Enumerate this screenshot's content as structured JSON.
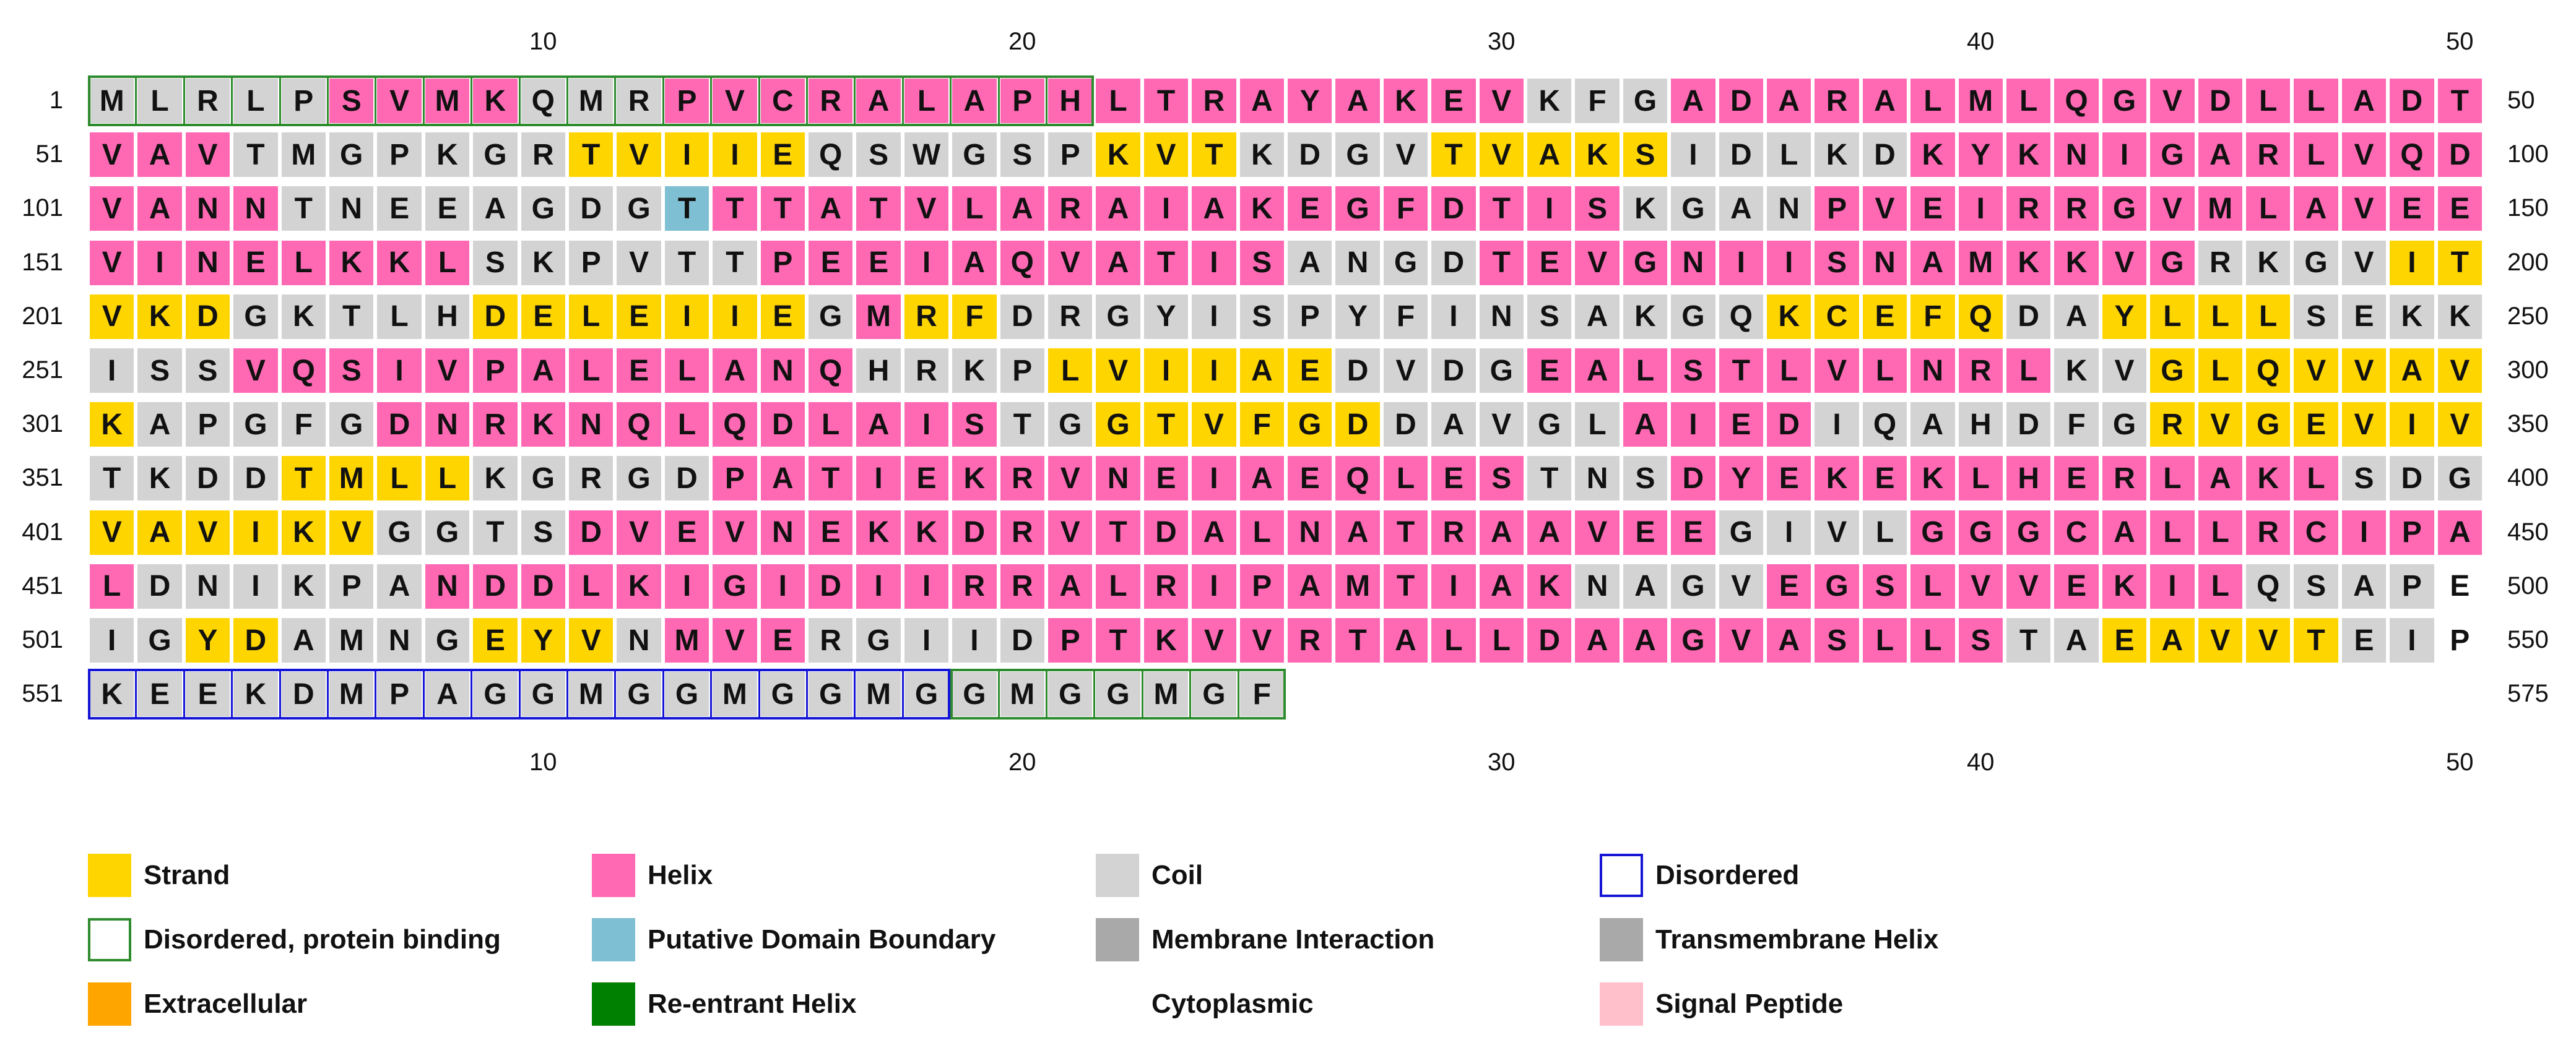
{
  "ruler_labels": [
    "10",
    "20",
    "30",
    "40",
    "50"
  ],
  "rows": [
    {
      "start": "1",
      "end": "50",
      "seq": "MLRLPSVMKQMRPVCRALAPHLTRAYAKEVKFGADARALMLQGVDLLADT",
      "ss": "CCCCCHHHHCCCHHHHHHHHHHHHHHHHHHCCCHHHHHHHHHHHHHHHHH"
    },
    {
      "start": "51",
      "end": "100",
      "seq": "VAVTMGPKGRTVIIEQSWGSPKVTKDGVTVAKSIDLKDKYKNIGARLVQD",
      "ss": "HHHCCCCCCCEEEEECCCCCCEEECCCCEEEEECCCCCHHHHHHHHHHHH"
    },
    {
      "start": "101",
      "end": "150",
      "seq": "VANNTNEEAGDGTTTATVLARAIAKEGFDTISKGANPVEIRRGVMLAVEE",
      "ss": "HHHHCCCCCCCCDHHHHHHHHHHHHHHHHHHHCCCCHHHHHHHHHHHHHH"
    },
    {
      "start": "151",
      "end": "200",
      "seq": "VINELKKLSKPVTTPEEIAQVATISANGDTEVGNIISNAMKKVGRKGVIT",
      "ss": "HHHHHHHHCCCCCCHHHHHHHHHHHCCCCHHHHHHHHHHHHHHHCCCCEEE"
    },
    {
      "start": "201",
      "end": "250",
      "seq": "VKDGKTLHDELEIIEGMRFDRGYISPYFINSAKGQKCEFQDAYLLLSEKK",
      "ss": "EEECCCCCEEEEEEECHEECCCCCCCCCCCCCCCCEEEEECCEEEECCCC"
    },
    {
      "start": "251",
      "end": "300",
      "seq": "ISSVQSIVPALELANQHRKPLVIIAEDVDGEALSTLVLNRLKVGLQVVAV",
      "ss": "CCCHHHHHHHHHHHHHCCCCEEEEEECCCCHHHHHHHHHHHCCEEEEEEE"
    },
    {
      "start": "301",
      "end": "350",
      "seq": "KAPGFGDNRKNQLQDLAISTGGTVFGDDAVGLAIEDIQAHDFGRVGEVIV",
      "ss": "ECCCCCHHHHHHHHHHHHHCCEEEEEECCCCCHHHHCCCCCCCEEEEEEE"
    },
    {
      "start": "351",
      "end": "400",
      "seq": "TKDDTMLLKGRGDPATIEKRVNEIAEQLESTNSDYEKEKLHERLAKLSDG",
      "ss": "CCCCEEEECCCCCHHHHHHHHHHHHHHHHHCCCHHHHHHHHHHHHHHCCC"
    },
    {
      "start": "401",
      "end": "450",
      "seq": "VAVIKVGGTSDVEVNEKKDRVTDALNATRAAVEEGIVLGGGCALLRCIPA",
      "ss": "EEEEEECCCCHHHHHHHHHHHHHHHHHHHHHHHHCCCCHHHHHHHHHHHH"
    },
    {
      "start": "451",
      "end": "500",
      "seq": "LDNIKPANDDLKIGIDIIRRALRIPAMTIAKNAGVEGSLVVEKILQSAPE",
      "ss": "HCCCCCCHHHHHHHHHHHHHHHHHHHHHHHHCCCCHHHHHHHHHHCCCC"
    },
    {
      "start": "501",
      "end": "550",
      "seq": "IGYDAMNGEYVNMVERGIIDPTKVVRTALLDAAGVASLLSTAEAVVTEIP",
      "ss": "CCEECCCCEEECHHHCCCCCHHHHHHHHHHHHHHHHHHHHCCEEEEECC"
    },
    {
      "start": "551",
      "end": "575",
      "seq": "KEEKDMPAGGMGGMGGMGGMGGMGF",
      "ss": "CCCCCCCCCCCCCCCCCCCCCCCCC"
    }
  ],
  "regions": [
    {
      "type": "Disordered, protein binding",
      "row": 0,
      "from": 1,
      "to": 21
    },
    {
      "type": "Disordered",
      "row": 11,
      "from": 1,
      "to": 18
    },
    {
      "type": "Disordered, protein binding",
      "row": 11,
      "from": 19,
      "to": 25
    }
  ],
  "colors": {
    "E": "#FFD500",
    "H": "#FF69B4",
    "C": "#D3D3D3",
    "D": "#7FBFD3",
    "cell_border": "#FFFFFF",
    "disordered_border": "#1515D6",
    "disordered_binding_border": "#2E8B2E"
  },
  "legend": [
    {
      "label": "Strand",
      "style": "fill",
      "color": "#FFD500"
    },
    {
      "label": "Helix",
      "style": "fill",
      "color": "#FF69B4"
    },
    {
      "label": "Coil",
      "style": "fill",
      "color": "#D3D3D3"
    },
    {
      "label": "Disordered",
      "style": "outline",
      "color": "#1515D6"
    },
    {
      "label": "Disordered, protein binding",
      "style": "outline",
      "color": "#2E8B2E"
    },
    {
      "label": "Putative Domain Boundary",
      "style": "fill",
      "color": "#7FBFD3"
    },
    {
      "label": "Membrane Interaction",
      "style": "fill",
      "color": "#A9A9A9"
    },
    {
      "label": "Transmembrane Helix",
      "style": "fill",
      "color": "#A9A9A9"
    },
    {
      "label": "Extracellular",
      "style": "fill",
      "color": "#FFA500"
    },
    {
      "label": "Re-entrant Helix",
      "style": "fill",
      "color": "#008000"
    },
    {
      "label": "Cytoplasmic",
      "style": "none",
      "color": "#FFFFFF"
    },
    {
      "label": "Signal Peptide",
      "style": "fill",
      "color": "#FFC0CB"
    }
  ]
}
